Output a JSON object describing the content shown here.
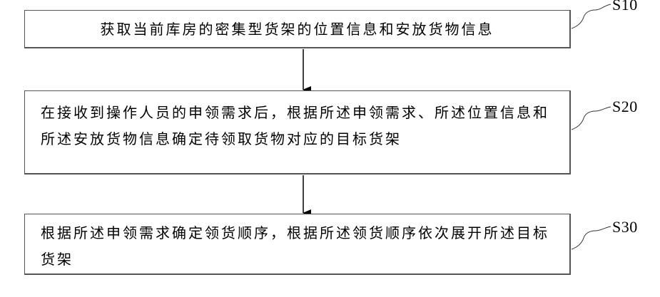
{
  "steps": [
    {
      "id": "S10",
      "text": "获取当前库房的密集型货架的位置信息和安放货物信息"
    },
    {
      "id": "S20",
      "text": "在接收到操作人员的申领需求后，根据所述申领需求、所述位置信息和所述安放货物信息确定待领取货物对应的目标货架"
    },
    {
      "id": "S30",
      "text": "根据所述申领需求确定领货顺序，根据所述领货顺序依次展开所述目标货架"
    }
  ]
}
